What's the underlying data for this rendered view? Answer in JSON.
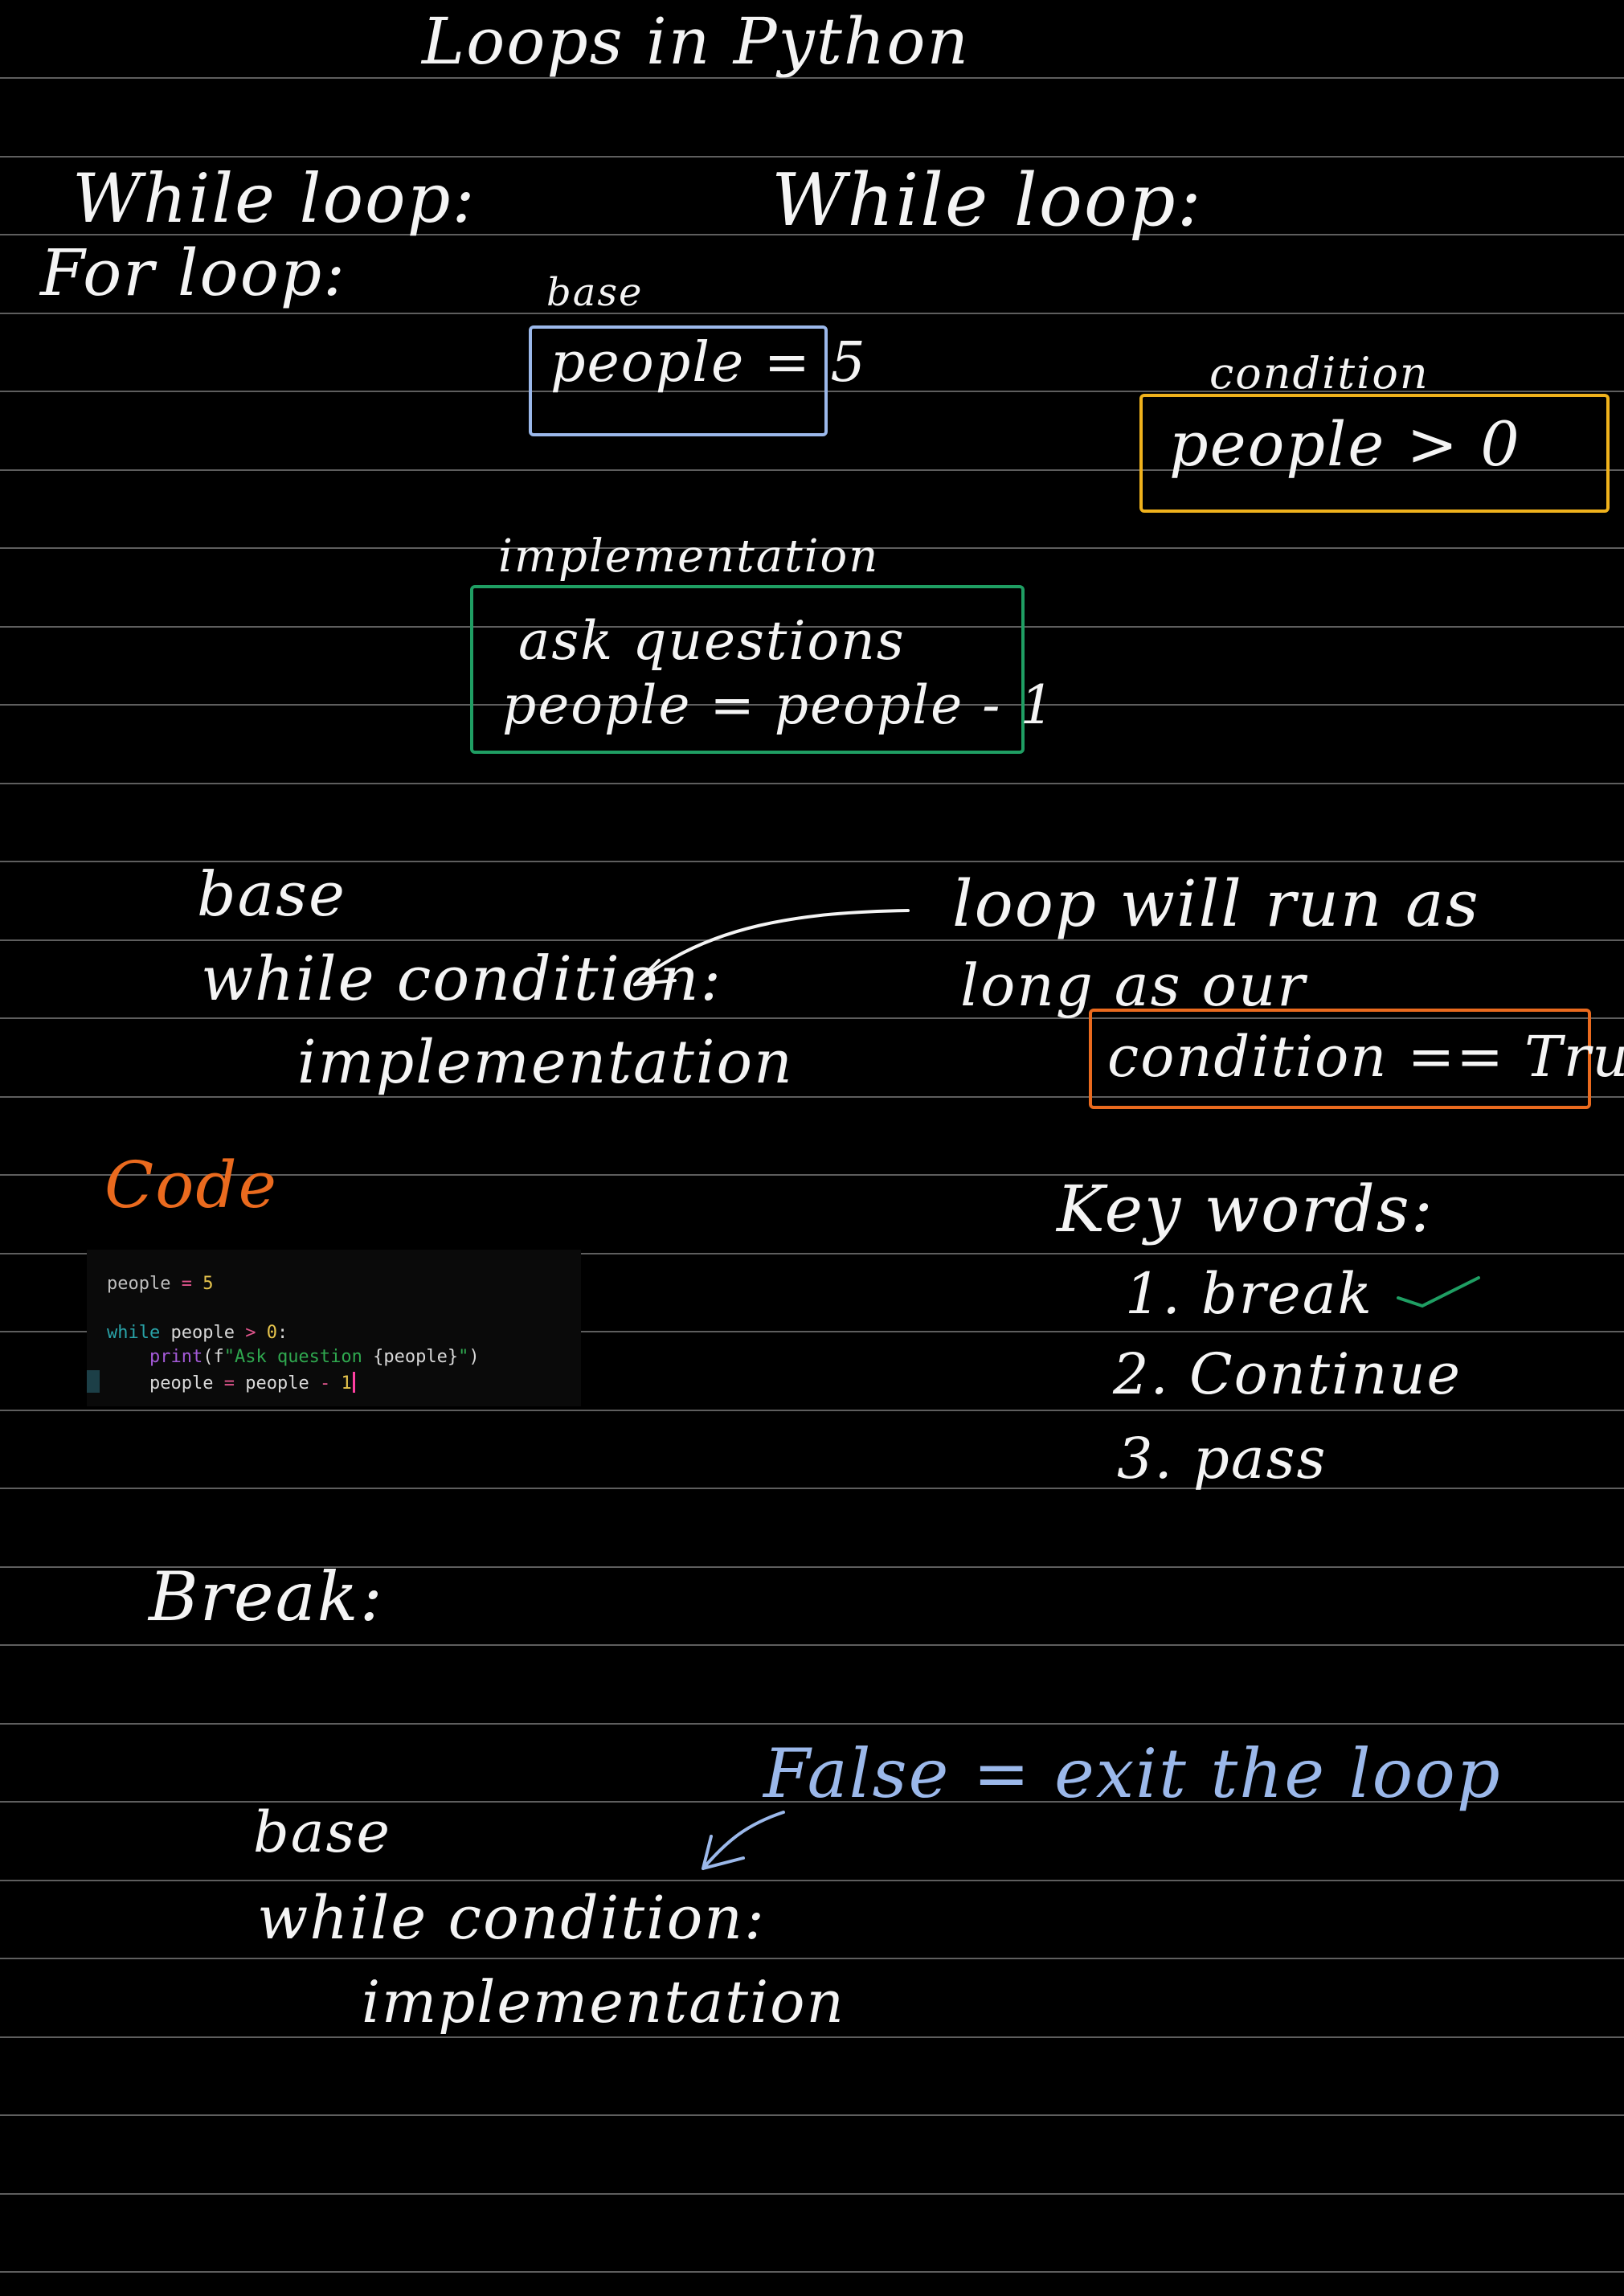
{
  "title": "Loops in Python",
  "top_left": {
    "while_loop": "While loop:",
    "for_loop": "For loop:"
  },
  "section_heading": "While loop:",
  "diagram": {
    "base_label": "base",
    "base_text": "people = 5",
    "condition_label": "condition",
    "condition_text": "people > 0",
    "implementation_label": "implementation",
    "impl_line1": "ask questions",
    "impl_line2": "people = people - 1"
  },
  "syntax": {
    "base": "base",
    "while_line": "while condition:",
    "implementation": "implementation",
    "note_line1": "loop will run as",
    "note_line2": "long as our",
    "note_condition": "condition == True"
  },
  "code_heading": "Code",
  "code": {
    "l1_var": "people",
    "l1_op": " = ",
    "l1_num": "5",
    "l2_kw": "while",
    "l2_var": " people",
    "l2_op": " > ",
    "l2_num": "0",
    "l2_colon": ":",
    "l3_indent": "    ",
    "l3_fn": "print",
    "l3_paren_open": "(",
    "l3_fprefix": "f",
    "l3_str": "\"Ask question ",
    "l3_interp": "{people}",
    "l3_str_end": "\"",
    "l3_paren_close": ")",
    "l4_indent": "    ",
    "l4_var": "people",
    "l4_op": " = ",
    "l4_var2": "people",
    "l4_op2": " - ",
    "l4_num": "1"
  },
  "keywords": {
    "heading": "Key words:",
    "items": [
      "1. break",
      "2. Continue",
      "3. pass"
    ]
  },
  "break_heading": "Break:",
  "break_diagram": {
    "base": "base",
    "while_line": "while condition:",
    "implementation": "implementation",
    "false_note": "False = exit the loop"
  },
  "colors": {
    "background": "#000000",
    "ruled_line": "#5e5e5e",
    "ink": "#f4f4f4",
    "blue": "#9bb8ea",
    "yellow": "#f0b21c",
    "green": "#1f9e63",
    "orange": "#ea6a1e",
    "code_string": "#2fa84f",
    "code_keyword": "#29a3a8",
    "code_function": "#a45ad8",
    "code_number": "#e6c44d",
    "code_operator": "#e0558d"
  }
}
